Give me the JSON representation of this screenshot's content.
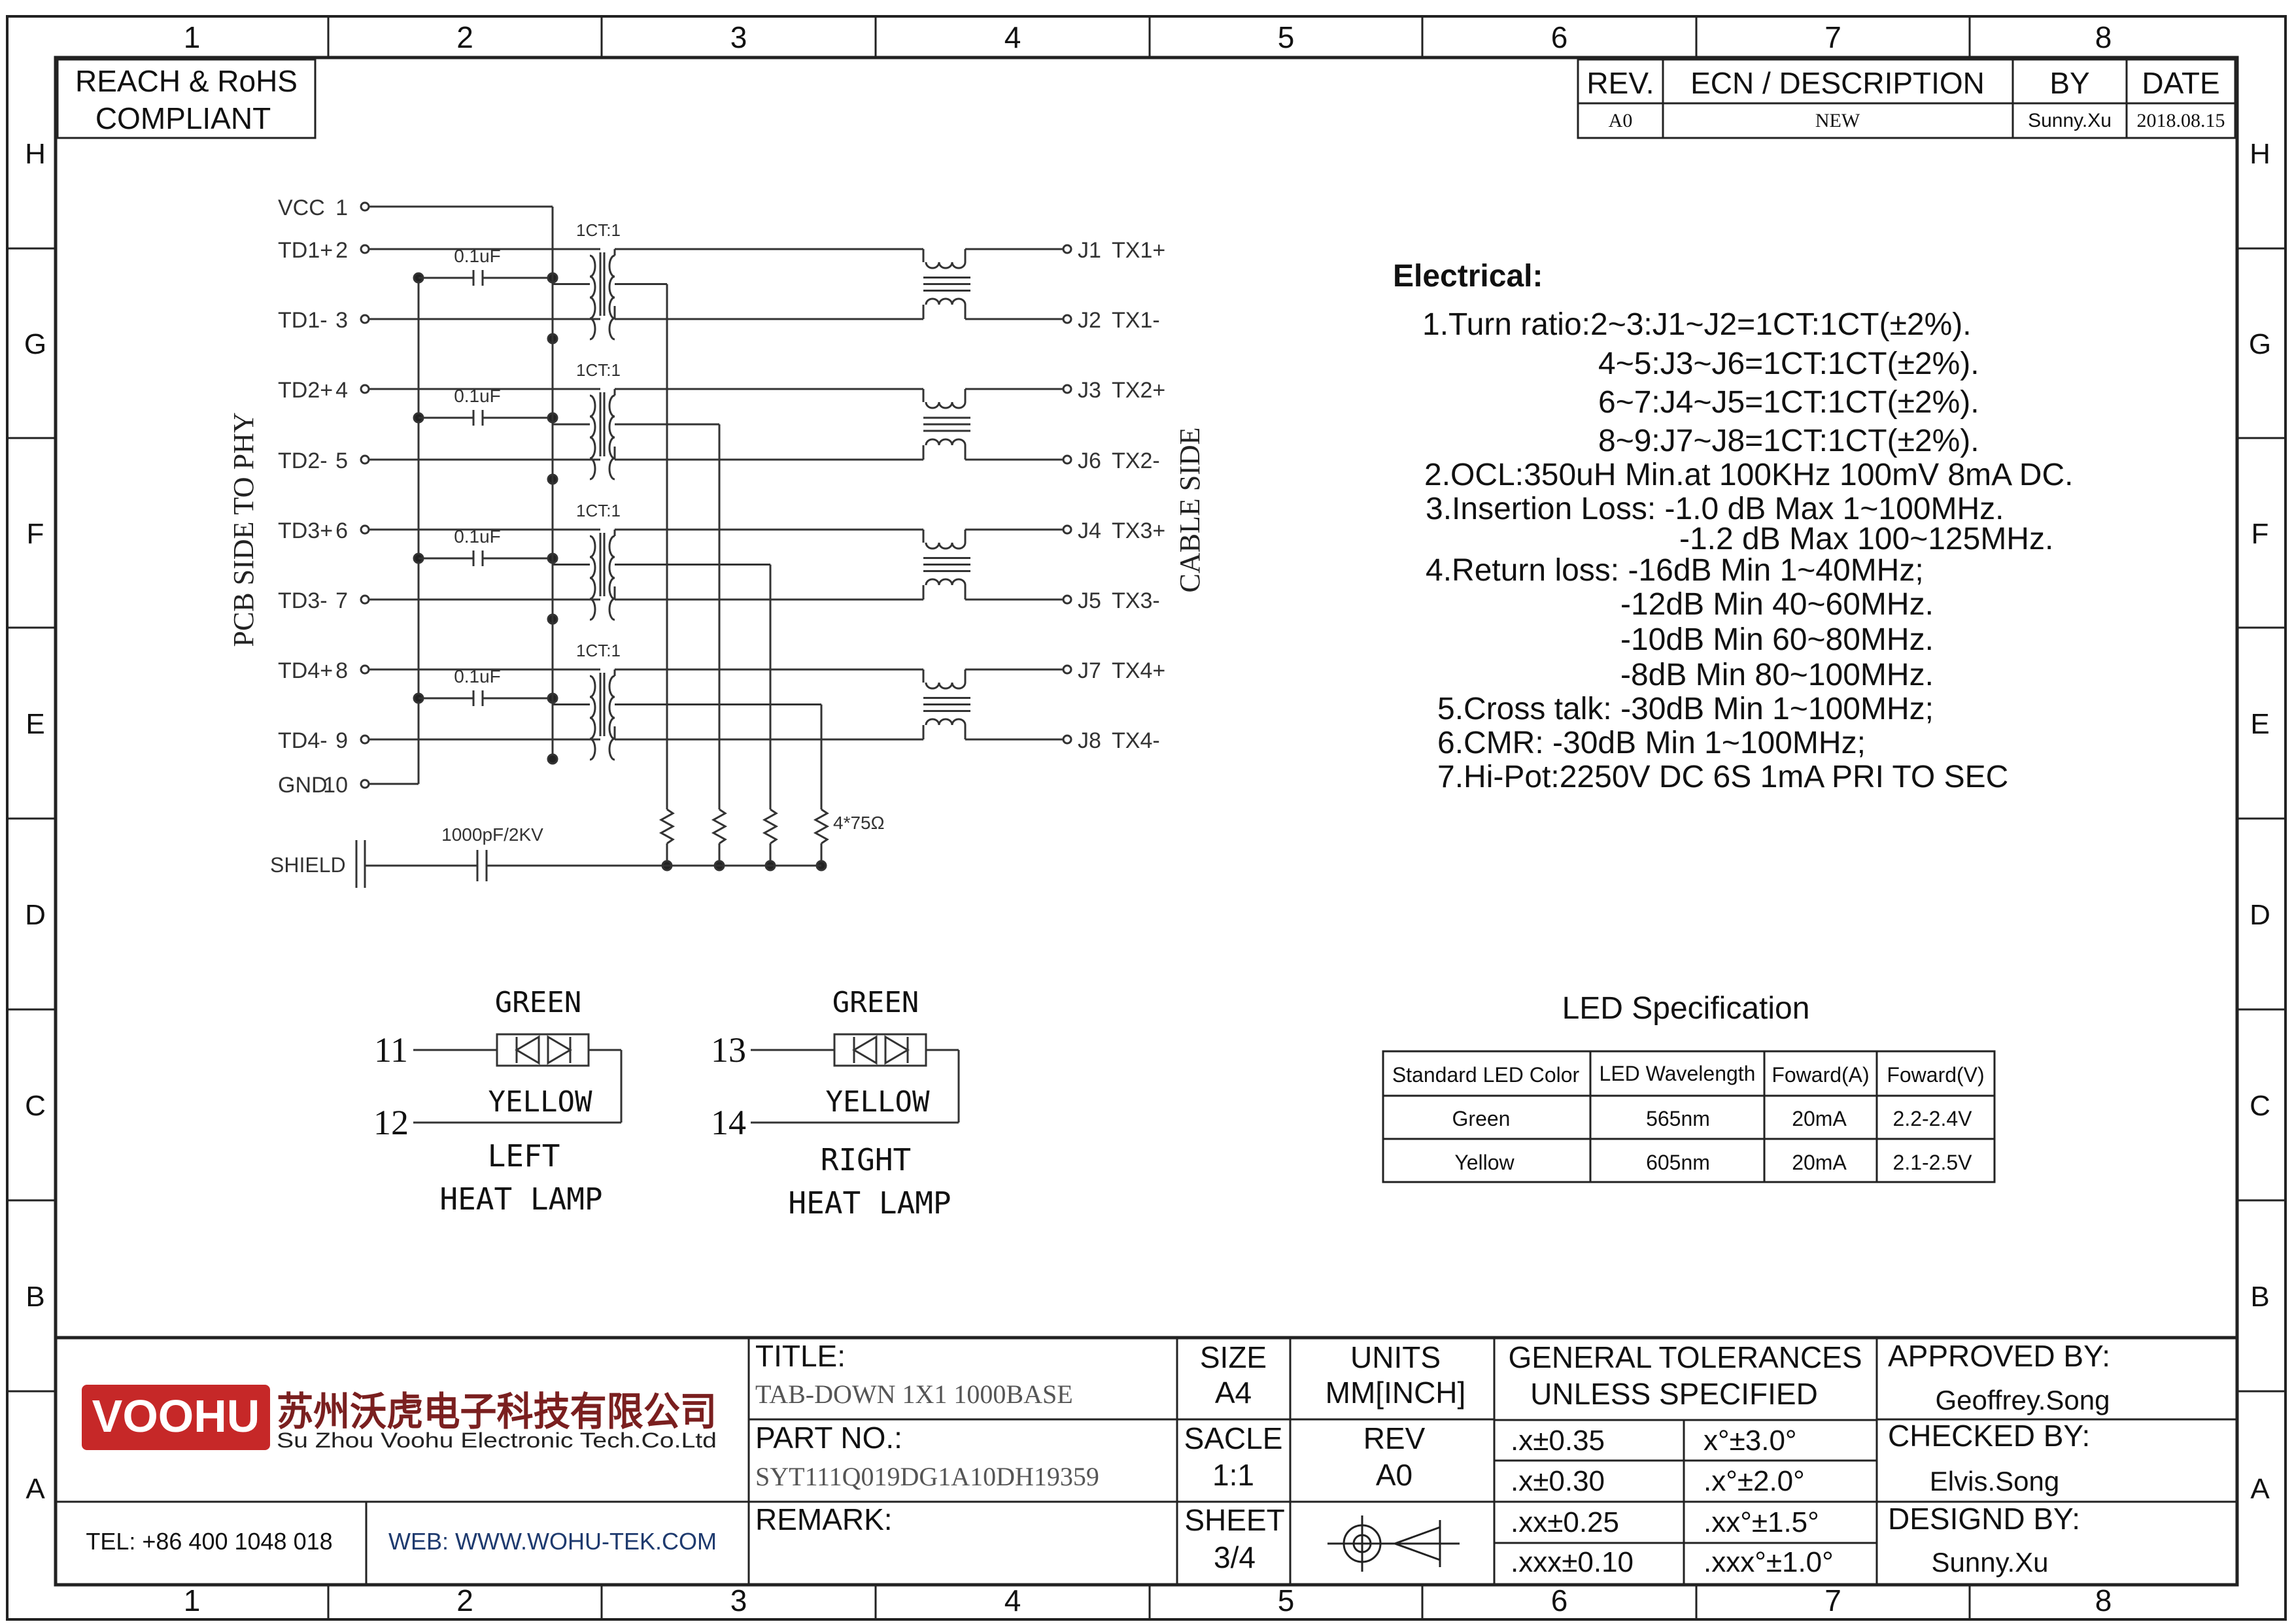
{
  "frame": {
    "columns": [
      "1",
      "2",
      "3",
      "4",
      "5",
      "6",
      "7",
      "8"
    ],
    "rows": [
      "H",
      "G",
      "F",
      "E",
      "D",
      "C",
      "B",
      "A"
    ]
  },
  "compliance": [
    "REACH & RoHS",
    "COMPLIANT"
  ],
  "revision_block": {
    "headers": [
      "REV.",
      "ECN / DESCRIPTION",
      "BY",
      "DATE"
    ],
    "row": [
      "A0",
      "NEW",
      "Sunny.Xu",
      "2018.08.15"
    ]
  },
  "schematic": {
    "left_side_label": "PCB SIDE TO PHY",
    "right_side_label": "CABLE SIDE",
    "left_pins": [
      {
        "name": "VCC",
        "num": "1"
      },
      {
        "name": "TD1+",
        "num": "2"
      },
      {
        "name": "TD1-",
        "num": "3"
      },
      {
        "name": "TD2+",
        "num": "4"
      },
      {
        "name": "TD2-",
        "num": "5"
      },
      {
        "name": "TD3+",
        "num": "6"
      },
      {
        "name": "TD3-",
        "num": "7"
      },
      {
        "name": "TD4+",
        "num": "8"
      },
      {
        "name": "TD4-",
        "num": "9"
      },
      {
        "name": "GND",
        "num": "10"
      }
    ],
    "right_pins": [
      {
        "name": "J1",
        "signal": "TX1+"
      },
      {
        "name": "J2",
        "signal": "TX1-"
      },
      {
        "name": "J3",
        "signal": "TX2+"
      },
      {
        "name": "J6",
        "signal": "TX2-"
      },
      {
        "name": "J4",
        "signal": "TX3+"
      },
      {
        "name": "J5",
        "signal": "TX3-"
      },
      {
        "name": "J7",
        "signal": "TX4+"
      },
      {
        "name": "J8",
        "signal": "TX4-"
      }
    ],
    "cap_label": "0.1uF",
    "transformer_label": "1CT:1",
    "resistor_label": "4*75Ω",
    "shield_label": "SHIELD",
    "shield_cap_label": "1000pF/2KV"
  },
  "electrical": {
    "heading": "Electrical:",
    "lines": [
      "1.Turn ratio:2~3:J1~J2=1CT:1CT(±2%).",
      "4~5:J3~J6=1CT:1CT(±2%).",
      "6~7:J4~J5=1CT:1CT(±2%).",
      "8~9:J7~J8=1CT:1CT(±2%).",
      "2.OCL:350uH Min.at 100KHz 100mV 8mA DC.",
      "3.Insertion Loss: -1.0 dB Max 1~100MHz.",
      "-1.2 dB Max 100~125MHz.",
      "4.Return loss: -16dB Min 1~40MHz;",
      "-12dB Min 40~60MHz.",
      "-10dB Min 60~80MHz.",
      "-8dB   Min 80~100MHz.",
      "5.Cross talk: -30dB Min 1~100MHz;",
      "6.CMR: -30dB Min 1~100MHz;",
      "7.Hi-Pot:2250V DC  6S 1mA PRI TO SEC"
    ]
  },
  "leds": {
    "left": {
      "top_color": "GREEN",
      "bottom_color": "YELLOW",
      "pin_a": "11",
      "pin_b": "12",
      "label1": "LEFT",
      "label2": "HEAT LAMP"
    },
    "right": {
      "top_color": "GREEN",
      "bottom_color": "YELLOW",
      "pin_a": "13",
      "pin_b": "14",
      "label1": "RIGHT",
      "label2": "HEAT LAMP"
    }
  },
  "led_spec": {
    "title": "LED Specification",
    "headers": [
      "Standard LED Color",
      "LED Wavelength",
      "Foward(A)",
      "Foward(V)"
    ],
    "rows": [
      [
        "Green",
        "565nm",
        "20mA",
        "2.2-2.4V"
      ],
      [
        "Yellow",
        "605nm",
        "20mA",
        "2.1-2.5V"
      ]
    ]
  },
  "title_block": {
    "logo_text": "VOOHU",
    "company_cn": "苏州沃虎电子科技有限公司",
    "company_en": "Su Zhou Voohu Electronic Tech.Co.Ltd",
    "tel": "TEL: +86 400 1048 018",
    "web": "WEB: WWW.WOHU-TEK.COM",
    "title_label": "TITLE:",
    "title_value": "TAB-DOWN 1X1 1000BASE",
    "part_label": "PART NO.:",
    "part_value": "SYT111Q019DG1A10DH19359",
    "remark_label": "REMARK:",
    "size_label": "SIZE",
    "size_value": "A4",
    "scale_label": "SACLE",
    "scale_value": "1:1",
    "sheet_label": "SHEET",
    "sheet_value": "3/4",
    "units_label": "UNITS",
    "units_value": "MM[INCH]",
    "rev_label": "REV",
    "rev_value": "A0",
    "tol_title1": "GENERAL TOLERANCES",
    "tol_title2": "UNLESS SPECIFIED",
    "tolerances": [
      [
        ".x±0.35",
        "x°±3.0°"
      ],
      [
        ".x±0.30",
        ".x°±2.0°"
      ],
      [
        ".xx±0.25",
        ".xx°±1.5°"
      ],
      [
        ".xxx±0.10",
        ".xxx°±1.0°"
      ]
    ],
    "approved_label": "APPROVED BY:",
    "approved_value": "Geoffrey.Song",
    "checked_label": "CHECKED BY:",
    "checked_value": "Elvis.Song",
    "designed_label": "DESIGND BY:",
    "designed_value": "Sunny.Xu"
  }
}
